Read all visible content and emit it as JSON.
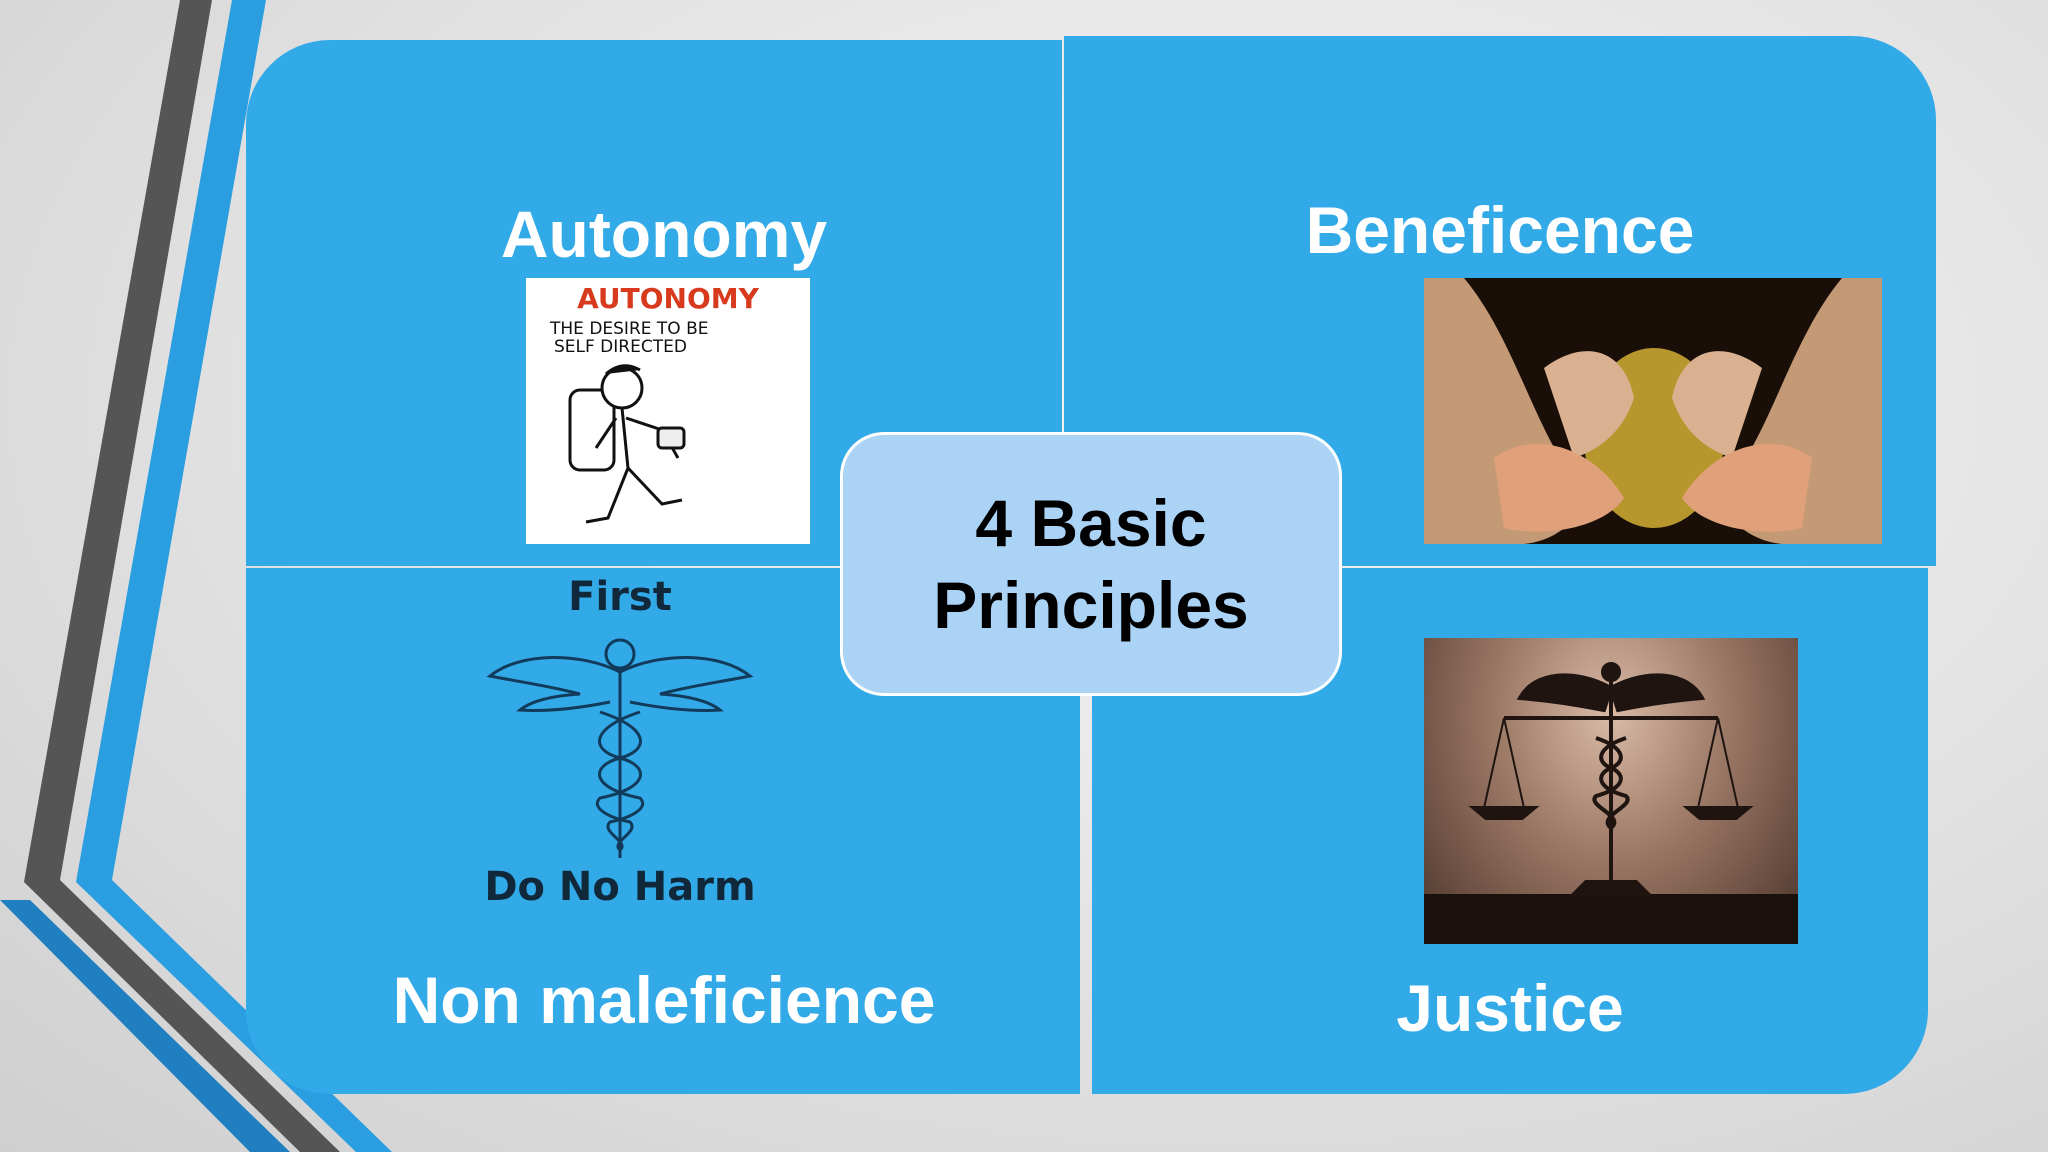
{
  "slide": {
    "quadrants": {
      "top_left": {
        "title": "Autonomy"
      },
      "top_right": {
        "title": "Beneficence"
      },
      "bottom_left": {
        "title": "Non maleficience"
      },
      "bottom_right": {
        "title": "Justice"
      }
    },
    "center": {
      "line1": "4 Basic",
      "line2": "Principles"
    },
    "autonomy_image": {
      "heading": "AUTONOMY",
      "line1": "THE DESIRE TO BE",
      "line2": "SELF DIRECTED"
    },
    "caduceus_image": {
      "top_text": "First",
      "bottom_text": "Do No Harm"
    }
  },
  "colors": {
    "quadrant_fill": "#33aae8",
    "center_fill": "#aad3f5",
    "accent_stripe_blue": "#2a9ee0",
    "accent_stripe_dark": "#555555"
  }
}
